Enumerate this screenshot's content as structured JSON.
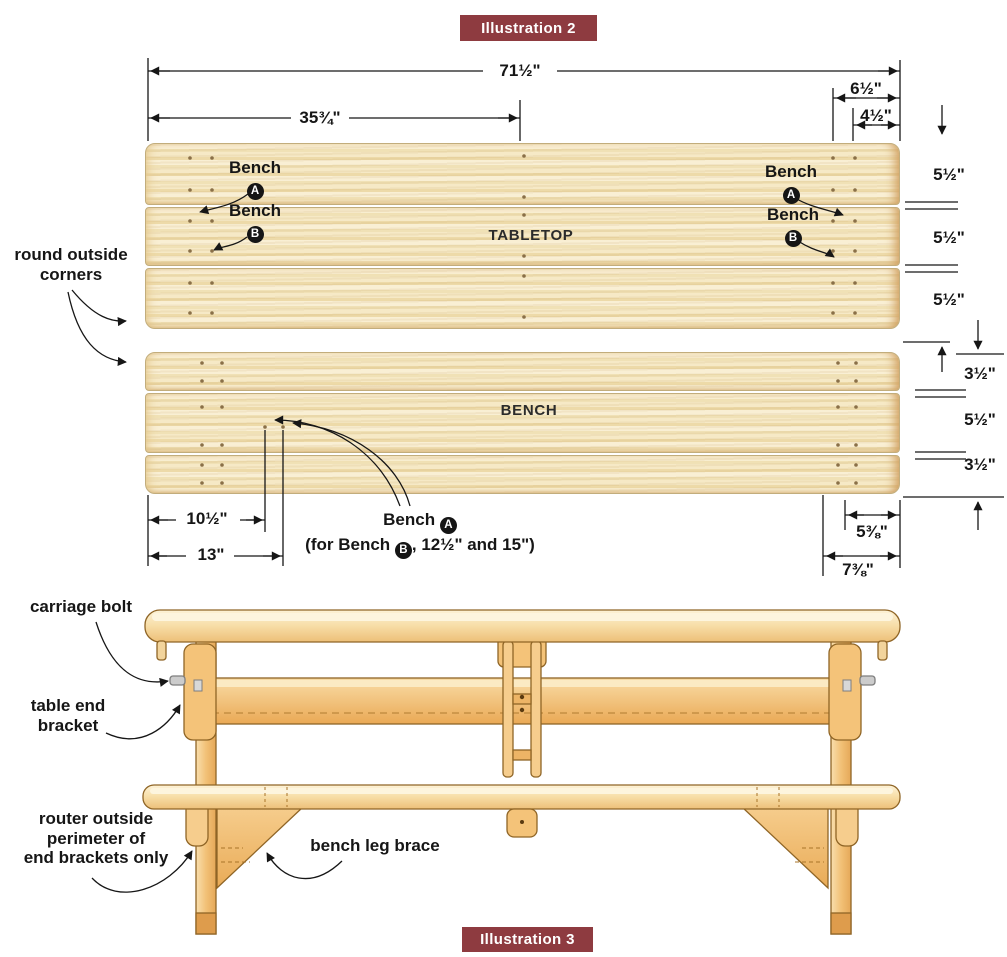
{
  "illustration2": {
    "badge": "Illustration 2",
    "tabletop_label": "TABLETOP",
    "bench_label": "BENCH",
    "callout_round_corners_line1": "round outside",
    "callout_round_corners_line2": "corners",
    "bench_word": "Bench",
    "letter_a": "A",
    "letter_b": "B",
    "note_line1_prefix": "Bench",
    "note_line2_prefix": "(for Bench",
    "note_line2_suffix": ", 12½\" and 15\")",
    "dims": {
      "overall_length": "71½\"",
      "half_length": "35¾\"",
      "end_hole_far": "6½\"",
      "end_hole_near": "4½\"",
      "top_plank_1": "5½\"",
      "top_plank_2": "5½\"",
      "top_plank_3": "5½\"",
      "bench_plank_1": "3½\"",
      "bench_plank_2": "5½\"",
      "bench_plank_3": "3½\"",
      "bench_hole_near": "10½\"",
      "bench_hole_far": "13\"",
      "bench_right_near": "5⅜\"",
      "bench_right_far": "7⅜\""
    }
  },
  "illustration3": {
    "badge": "Illustration 3",
    "callout_carriage_bolt": "carriage bolt",
    "callout_table_end_line1": "table end",
    "callout_table_end_line2": "bracket",
    "callout_router_line1": "router outside",
    "callout_router_line2": "perimeter of",
    "callout_router_line3": "end brackets only",
    "callout_bench_leg_brace": "bench leg brace"
  },
  "colors": {
    "badge_bg": "#8e3b40",
    "text": "#161616",
    "plank_light": "#f9efd4",
    "plank_grain": "#eddaa9",
    "plank_edge": "#d2a365",
    "side_wood": "#f4c379",
    "side_wood_dark": "#de9c4c",
    "outline": "#8f6526",
    "bolt_gray": "#cccccc"
  }
}
